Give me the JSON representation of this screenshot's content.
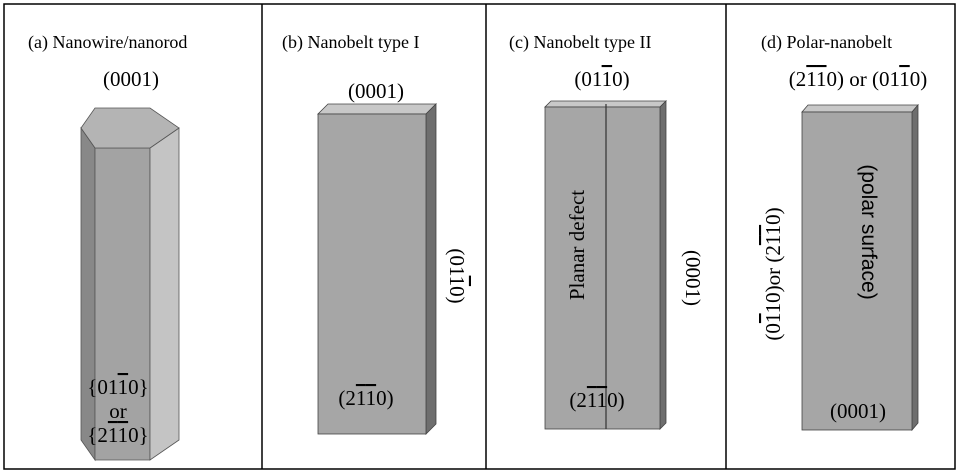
{
  "panels": [
    {
      "title": "(a) Nanowire/nanorod",
      "top_label": "(0001)",
      "side_lines": [
        [
          {
            "t": "{01"
          },
          {
            "t": "1",
            "bar": true
          },
          {
            "t": "0}"
          }
        ],
        [
          {
            "t": "or"
          }
        ],
        [
          {
            "t": "{2"
          },
          {
            "t": "1",
            "bar": true
          },
          {
            "t": "1",
            "bar": true
          },
          {
            "t": "0}"
          }
        ]
      ]
    },
    {
      "title": "(b) Nanobelt type I",
      "top_label": [
        {
          "t": "(0001)"
        }
      ],
      "side_label": [
        {
          "t": "(01"
        },
        {
          "t": "1",
          "bar": true
        },
        {
          "t": "0)"
        }
      ],
      "front_label": [
        {
          "t": "(2"
        },
        {
          "t": "1",
          "bar": true
        },
        {
          "t": "1",
          "bar": true
        },
        {
          "t": "0)"
        }
      ]
    },
    {
      "title": "(c) Nanobelt type II",
      "top_label": [
        {
          "t": "(01"
        },
        {
          "t": "1",
          "bar": true
        },
        {
          "t": "0)"
        }
      ],
      "defect_label": "Planar defect",
      "side_label": [
        {
          "t": "(0001)"
        }
      ],
      "front_label": [
        {
          "t": "(2"
        },
        {
          "t": "1",
          "bar": true
        },
        {
          "t": "1",
          "bar": true
        },
        {
          "t": "0)"
        }
      ]
    },
    {
      "title": "(d) Polar-nanobelt",
      "top_label": [
        {
          "t": "(2"
        },
        {
          "t": "1",
          "bar": true
        },
        {
          "t": "1",
          "bar": true
        },
        {
          "t": "0) or (01"
        },
        {
          "t": "1",
          "bar": true
        },
        {
          "t": "0)"
        }
      ],
      "left_label": [
        {
          "t": "(0"
        },
        {
          "t": "1",
          "bar": true
        },
        {
          "t": "10)or (2"
        },
        {
          "t": "1",
          "bar": true
        },
        {
          "t": "1",
          "bar": true
        },
        {
          "t": "0)"
        }
      ],
      "surface_label": "(polar  surface)",
      "bottom_label": [
        {
          "t": "(0001)"
        }
      ]
    }
  ],
  "colors": {
    "border": "#000000",
    "face_front": "#a6a6a6",
    "face_side": "#6e6e6e",
    "face_top": "#c8c8c8",
    "hex_left": "#888888",
    "hex_mid": "#a3a3a3",
    "hex_right": "#c4c4c4",
    "hex_top": "#b4b4b4"
  }
}
